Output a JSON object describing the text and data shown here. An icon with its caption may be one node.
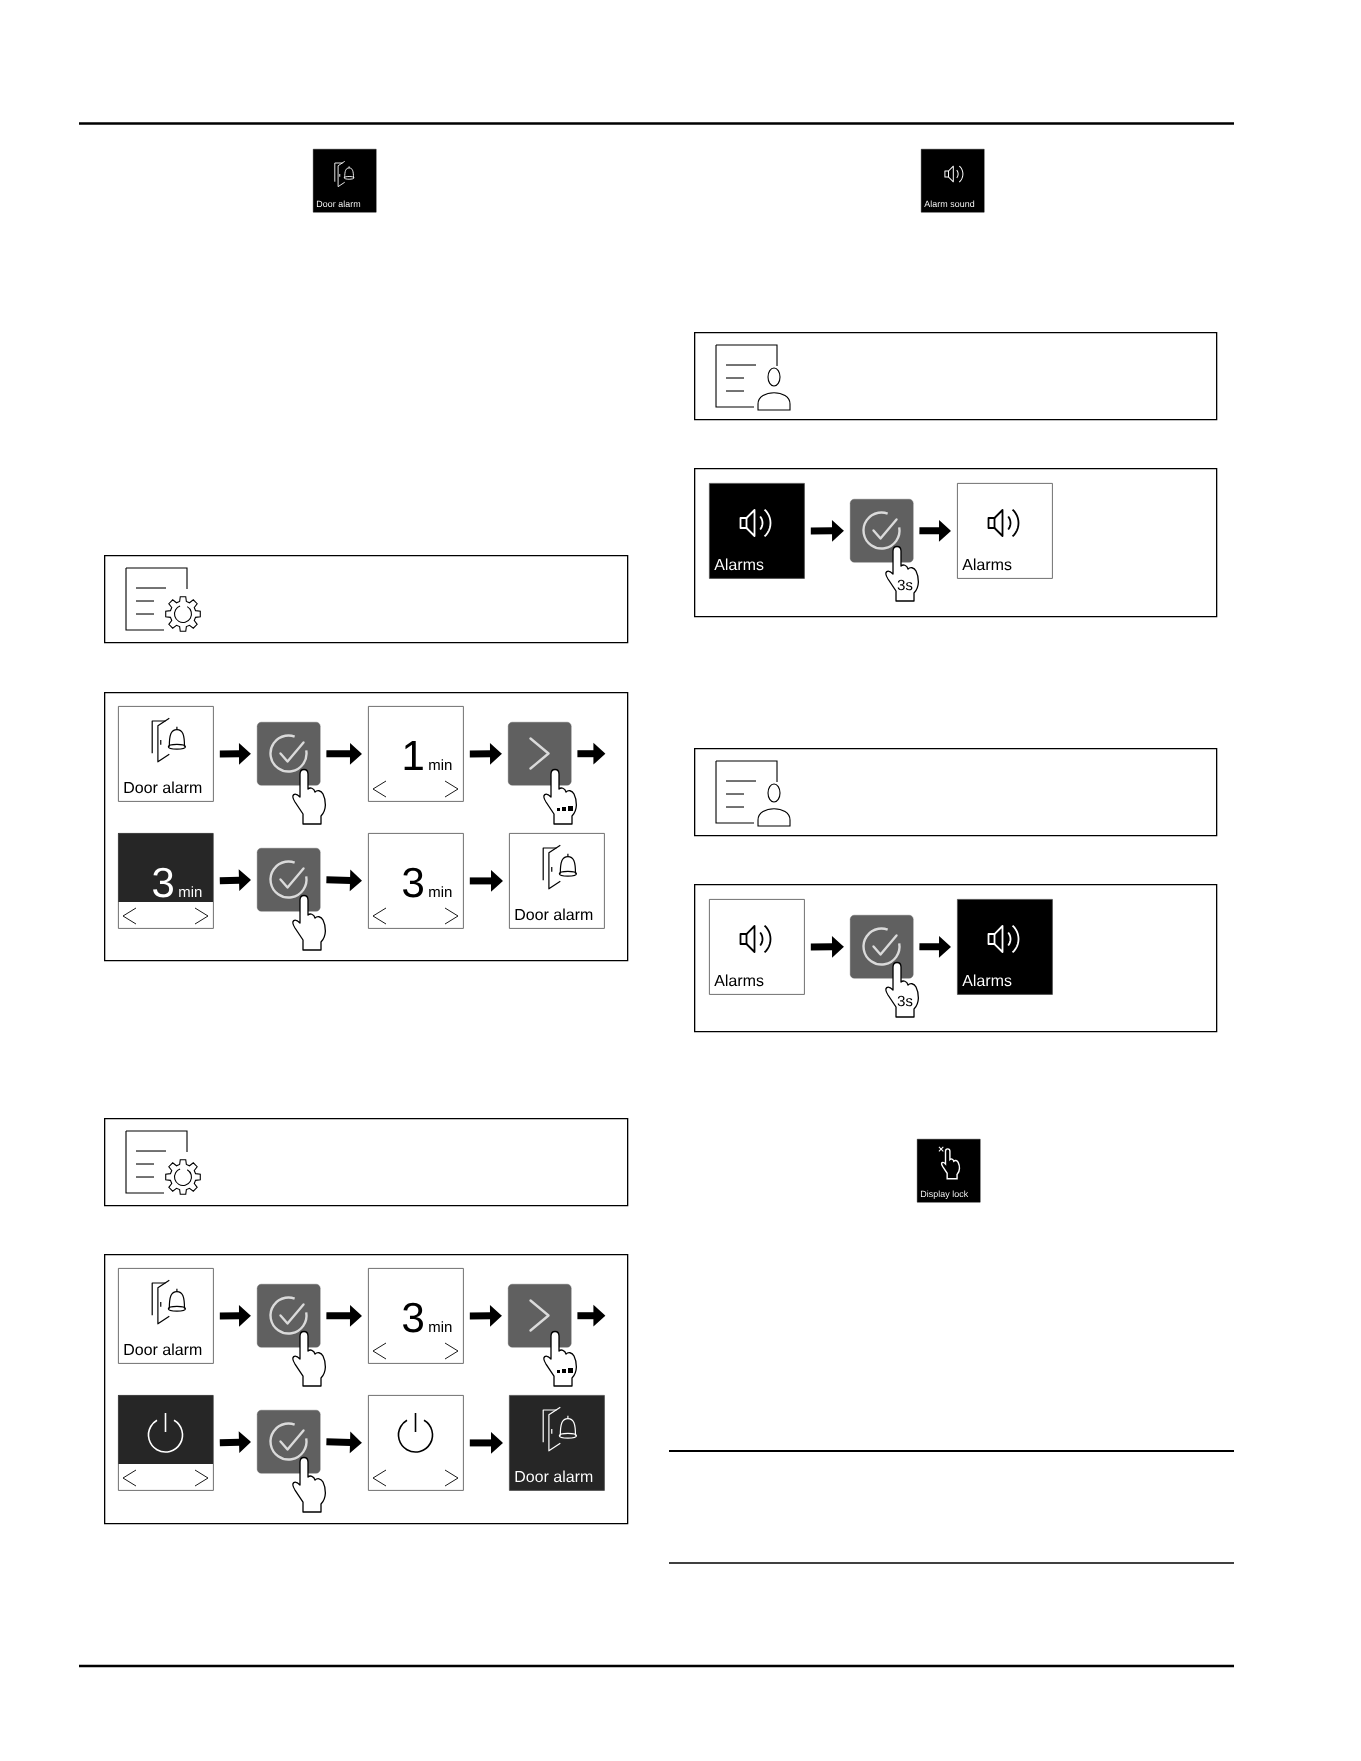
{
  "diagram": {
    "nodes": [
      {
        "text": [
          "Door alarm"
        ]
      },
      {
        "text": [],
        "shape": "box"
      },
      {
        "text": [],
        "shape": "box"
      },
      {
        "text": [
          "Door alarm"
        ],
        "in": 2
      },
      {
        "text": [],
        "shape": "box",
        "in": 2
      },
      {
        "text": [
          "1",
          "min"
        ],
        "in": 2
      },
      {
        "text": [],
        "shape": "box",
        "in": 2
      },
      {
        "text": [
          "3",
          "min"
        ],
        "in": 2
      },
      {
        "text": [],
        "shape": "box",
        "in": 2
      },
      {
        "text": [
          "3",
          "min"
        ],
        "in": 2
      },
      {
        "text": [
          "Door alarm"
        ],
        "in": 2
      },
      {
        "text": [],
        "shape": "box"
      },
      {
        "text": [],
        "shape": "box"
      },
      {
        "text": [
          "Door alarm"
        ],
        "in": 12
      },
      {
        "text": [],
        "shape": "box",
        "in": 12
      },
      {
        "text": [
          "3",
          "min"
        ],
        "in": 12
      },
      {
        "text": [],
        "shape": "box",
        "in": 12
      },
      {
        "text": [],
        "shape": "box",
        "in": 12
      },
      {
        "text": [],
        "shape": "box",
        "in": 12
      },
      {
        "text": [],
        "shape": "box",
        "in": 12
      },
      {
        "text": [
          "Door alarm"
        ],
        "in": 12
      },
      {
        "text": [
          "Alarm sound"
        ]
      },
      {
        "text": [],
        "shape": "box"
      },
      {
        "text": [],
        "shape": "box"
      },
      {
        "text": [
          "Alarms"
        ],
        "in": 23
      },
      {
        "text": [],
        "shape": "box",
        "in": 23
      },
      {
        "text": [
          "Alarms"
        ],
        "in": 23
      },
      {
        "text": [],
        "shape": "box"
      },
      {
        "text": [],
        "shape": "box"
      },
      {
        "text": [
          "Alarms"
        ],
        "in": 28
      },
      {
        "text": [],
        "shape": "box",
        "in": 28
      },
      {
        "text": [
          "Alarms"
        ],
        "in": 28
      },
      {
        "text": [
          "Display lock"
        ]
      }
    ],
    "edges": [
      {
        "from": 3,
        "to": 4,
        "arrow": "to"
      },
      {
        "from": 4,
        "to": 5,
        "arrow": "to"
      },
      {
        "from": 5,
        "to": 6,
        "arrow": "to"
      },
      {
        "from": 6,
        "to": null,
        "arrow": "to"
      },
      {
        "from": 7,
        "to": 8,
        "arrow": "to"
      },
      {
        "from": 8,
        "to": 9,
        "arrow": "to"
      },
      {
        "from": 9,
        "to": 10,
        "arrow": "to"
      },
      {
        "from": 13,
        "to": 14,
        "arrow": "to"
      },
      {
        "from": 14,
        "to": 15,
        "arrow": "to"
      },
      {
        "from": 15,
        "to": 16,
        "arrow": "to"
      },
      {
        "from": 16,
        "to": null,
        "arrow": "to"
      },
      {
        "from": 17,
        "to": 18,
        "arrow": "to"
      },
      {
        "from": 18,
        "to": 19,
        "arrow": "to"
      },
      {
        "from": 19,
        "to": 20,
        "arrow": "to"
      },
      {
        "from": 24,
        "to": 25,
        "arrow": "to"
      },
      {
        "from": 25,
        "to": 26,
        "arrow": "to"
      },
      {
        "from": 29,
        "to": 30,
        "arrow": "to"
      },
      {
        "from": 30,
        "to": 31,
        "arrow": "to"
      }
    ],
    "labels": [
      "3s",
      "3s"
    ]
  }
}
